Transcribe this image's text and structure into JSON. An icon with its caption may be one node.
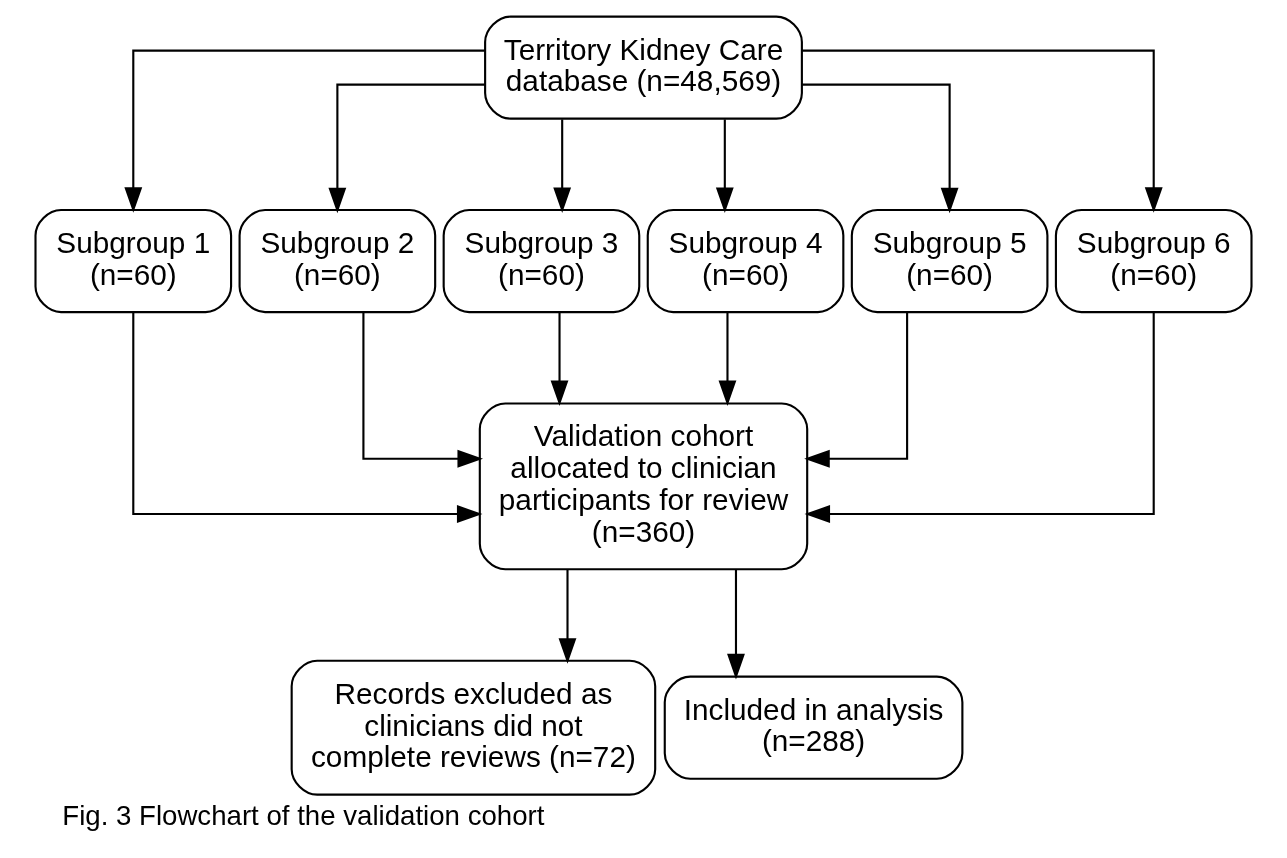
{
  "diagram": {
    "caption": "Fig. 3 Flowchart of the validation cohort",
    "nodes": [
      {
        "text": [
          "Territory Kidney Care database (n=48,569)"
        ]
      },
      {
        "text": [
          "Subgroup 1 (n=60)"
        ]
      },
      {
        "text": [
          "Subgroup 2 (n=60)"
        ]
      },
      {
        "text": [
          "Subgroup 3 (n=60)"
        ]
      },
      {
        "text": [
          "Subgroup 4 (n=60)"
        ]
      },
      {
        "text": [
          "Subgroup 5 (n=60)"
        ]
      },
      {
        "text": [
          "Subgroup 6 (n=60)"
        ]
      },
      {
        "text": [
          "Validation cohort allocated to clinician participants for review (n=360)"
        ]
      },
      {
        "text": [
          "Records excluded as clinicians did not complete reviews (n=72)"
        ]
      },
      {
        "text": [
          "Included in analysis (n=288)"
        ]
      }
    ],
    "edges": [
      {
        "from": 0,
        "to": 1,
        "arrow": "to"
      },
      {
        "from": 0,
        "to": 2,
        "arrow": "to"
      },
      {
        "from": 0,
        "to": 3,
        "arrow": "to"
      },
      {
        "from": 0,
        "to": 4,
        "arrow": "to"
      },
      {
        "from": 0,
        "to": 5,
        "arrow": "to"
      },
      {
        "from": 0,
        "to": 6,
        "arrow": "to"
      },
      {
        "from": 1,
        "to": 7,
        "arrow": "to"
      },
      {
        "from": 2,
        "to": 7,
        "arrow": "to"
      },
      {
        "from": 3,
        "to": 7,
        "arrow": "to"
      },
      {
        "from": 4,
        "to": 7,
        "arrow": "to"
      },
      {
        "from": 5,
        "to": 7,
        "arrow": "to"
      },
      {
        "from": 6,
        "to": 7,
        "arrow": "to"
      },
      {
        "from": 7,
        "to": 8,
        "arrow": "to"
      },
      {
        "from": 7,
        "to": 9,
        "arrow": "to"
      }
    ]
  }
}
